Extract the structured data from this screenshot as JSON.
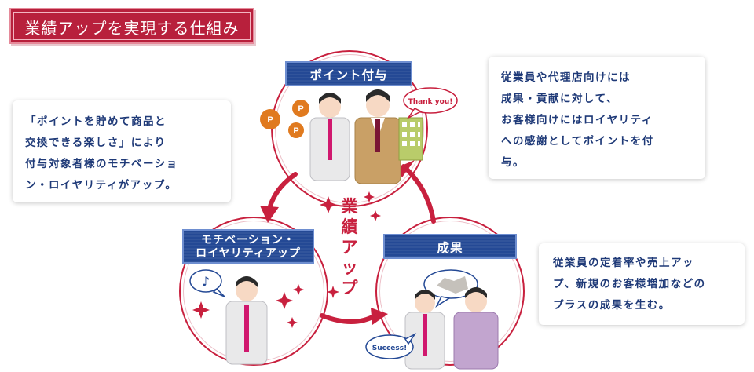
{
  "title": "業績アップを実現する仕組み",
  "center_label": [
    "業",
    "績",
    "ア",
    "ッ",
    "プ"
  ],
  "banners": {
    "point": "ポイント付与",
    "motivation_line1": "モチベーション・",
    "motivation_line2": "ロイヤリティアップ",
    "result": "成果"
  },
  "notes": {
    "left": "「ポイントを貯めて商品と\n交換できる楽しさ」により\n付与対象者様のモチベーショ\nン・ロイヤリティがアップ。",
    "top_right": "従業員や代理店向けには\n成果・貢献に対して、\nお客様向けにはロイヤリティ\nへの感謝としてポイントを付\n与。",
    "bottom_right": "従業員の定着率や売上アッ\nプ、新規のお客様増加などの\nプラスの成果を生む。"
  },
  "bubbles": {
    "thank_you": "Thank you!",
    "success": "Success!",
    "music": "♪"
  },
  "coin_letter": "P",
  "colors": {
    "accent_red": "#c8203e",
    "banner_blue": "#244995",
    "text_navy": "#1f3a78",
    "coin_orange": "#e07a1f"
  }
}
